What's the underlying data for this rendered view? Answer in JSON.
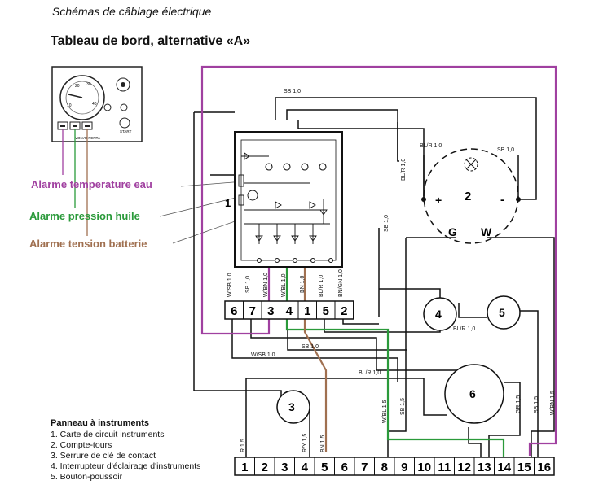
{
  "header": "Schémas de câblage électrique",
  "title": "Tableau de bord, alternative «A»",
  "callouts": {
    "temperature": "Alarme temperature eau",
    "pressure": "Alarme pression huile",
    "battery": "Alarme tension batterie"
  },
  "colors": {
    "temperature": "#a040a0",
    "pressure": "#2a9a3a",
    "battery": "#a07050"
  },
  "legend": {
    "title": "Panneau à instruments",
    "items": [
      "1. Carte de circuit instruments",
      "2. Compte-tours",
      "3. Serrure de clé de contact",
      "4. Interrupteur d'éclairage d'instruments",
      "5. Bouton-poussoir"
    ]
  },
  "diagram": {
    "board_number": "1",
    "connector_top": [
      "6",
      "7",
      "3",
      "4",
      "1",
      "5",
      "2"
    ],
    "connector_bottom": [
      "1",
      "2",
      "3",
      "4",
      "5",
      "6",
      "7",
      "8",
      "9",
      "10",
      "11",
      "12",
      "13",
      "14",
      "15",
      "16"
    ],
    "tach_number": "2",
    "tach_terminals": [
      "+",
      "-",
      "G",
      "W"
    ],
    "component_numbers": [
      "4",
      "5",
      "6",
      "3"
    ],
    "wire_labels": {
      "sb10_top": "SB 1,0",
      "blr10_tach": "BL/R 1,0",
      "sb10_tach": "SB 1,0",
      "blr10_vert": "BL/R 1,0",
      "sb10_vert": "SB 1,0",
      "wsb10_a": "W/SB 1,0",
      "sb10_a": "SB 1,0",
      "wbn10": "W/BN 1,0",
      "wbl10": "W/BL 1,0",
      "bn10": "BN 1,0",
      "blr10_c": "BL/R 1,0",
      "bngn10": "BN/GN 1,0",
      "blr10_h": "BL/R 1,0",
      "sb10_h": "SB 1,0",
      "wsb10_h": "W/SB 1,0",
      "blr10_low": "BL/R 1,0",
      "r15": "R 1,5",
      "ry15": "R/Y 1,5",
      "bn15": "BN 1,5",
      "wbl15": "W/BL 1,5",
      "sb15_a": "SB 1,5",
      "gr15": "GR 1,5",
      "sb15_b": "SB 1,5",
      "wbn15": "W/BN 1,5"
    },
    "panel_labels": {
      "brand": "VOLVO PENTA",
      "start": "START"
    }
  }
}
